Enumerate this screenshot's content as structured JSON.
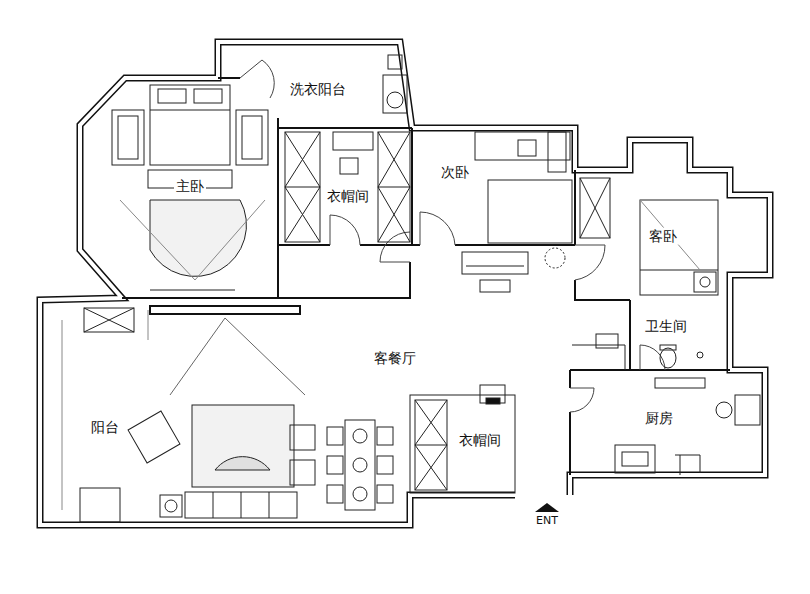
{
  "diagram": {
    "labels": [
      "洗衣阳台",
      "主卧",
      "衣帽间",
      "次卧",
      "客卧",
      "卫生间",
      "客餐厅",
      "厨房",
      "阳台",
      "衣帽间",
      "ENT"
    ]
  }
}
